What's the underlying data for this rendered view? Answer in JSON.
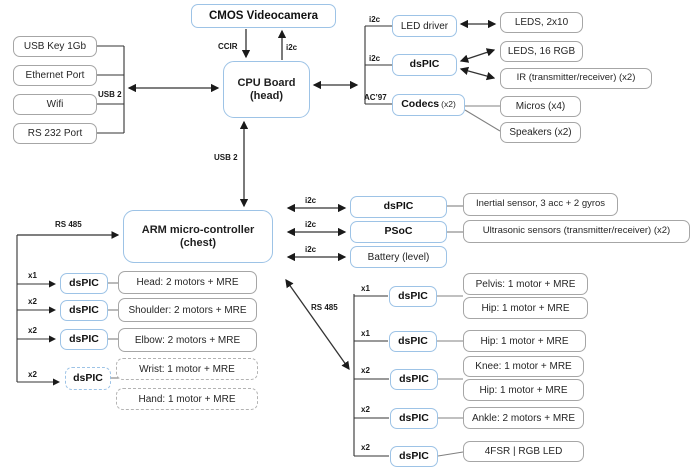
{
  "nodes": {
    "cmos": {
      "label": "CMOS Videocamera"
    },
    "cpu": {
      "line1": "CPU Board",
      "line2": "(head)"
    },
    "usb_key": {
      "label": "USB Key 1Gb"
    },
    "ethernet": {
      "label": "Ethernet Port"
    },
    "wifi": {
      "label": "Wifi"
    },
    "rs232": {
      "label": "RS 232 Port"
    },
    "led_driver": {
      "label": "LED driver"
    },
    "dspic_leds": {
      "label": "dsPIC"
    },
    "codecs": {
      "label": "Codecs",
      "suffix": "(x2)"
    },
    "leds_2x10": {
      "label": "LEDS, 2x10"
    },
    "leds_16rgb": {
      "label": "LEDS, 16 RGB"
    },
    "ir": {
      "label": "IR (transmitter/receiver) (x2)"
    },
    "micros": {
      "label": "Micros (x4)"
    },
    "speakers": {
      "label": "Speakers (x2)"
    },
    "arm": {
      "line1": "ARM micro-controller",
      "line2": "(chest)"
    },
    "dspic_inertial": {
      "label": "dsPIC"
    },
    "psoc": {
      "label": "PSoC"
    },
    "battery": {
      "label": "Battery (level)"
    },
    "inertial": {
      "label": "Inertial sensor, 3 acc + 2 gyros"
    },
    "ultrasonic": {
      "label": "Ultrasonic sensors (transmitter/receiver) (x2)"
    }
  },
  "left_chain": [
    {
      "mult": "x1",
      "ctrl": "dsPIC",
      "device": "Head: 2 motors + MRE"
    },
    {
      "mult": "x2",
      "ctrl": "dsPIC",
      "device": "Shoulder: 2 motors + MRE"
    },
    {
      "mult": "x2",
      "ctrl": "dsPIC",
      "device": "Elbow: 2 motors + MRE"
    },
    {
      "mult": "x2",
      "ctrl": "dsPIC",
      "device": "Wrist: 1 motor + MRE",
      "device2": "Hand: 1 motor + MRE"
    }
  ],
  "right_chain": [
    {
      "mult": "x1",
      "ctrl": "dsPIC",
      "device": "Pelvis: 1 motor + MRE",
      "device2": "Hip: 1 motor + MRE"
    },
    {
      "mult": "x1",
      "ctrl": "dsPIC",
      "device": "Hip: 1 motor + MRE"
    },
    {
      "mult": "x2",
      "ctrl": "dsPIC",
      "device": "Knee: 1 motor + MRE",
      "device2": "Hip: 1 motor + MRE"
    },
    {
      "mult": "x2",
      "ctrl": "dsPIC",
      "device": "Ankle: 2 motors + MRE"
    },
    {
      "mult": "x2",
      "ctrl": "dsPIC",
      "device": "4FSR | RGB LED"
    }
  ],
  "connections": {
    "ccir": "CCIR",
    "i2c": "i2c",
    "usb2": "USB 2",
    "ac97": "AC’97",
    "rs485": "RS 485"
  },
  "colors": {
    "accent": "#9DC3E6",
    "gray": "#A6A6A6",
    "line": "#333333"
  }
}
